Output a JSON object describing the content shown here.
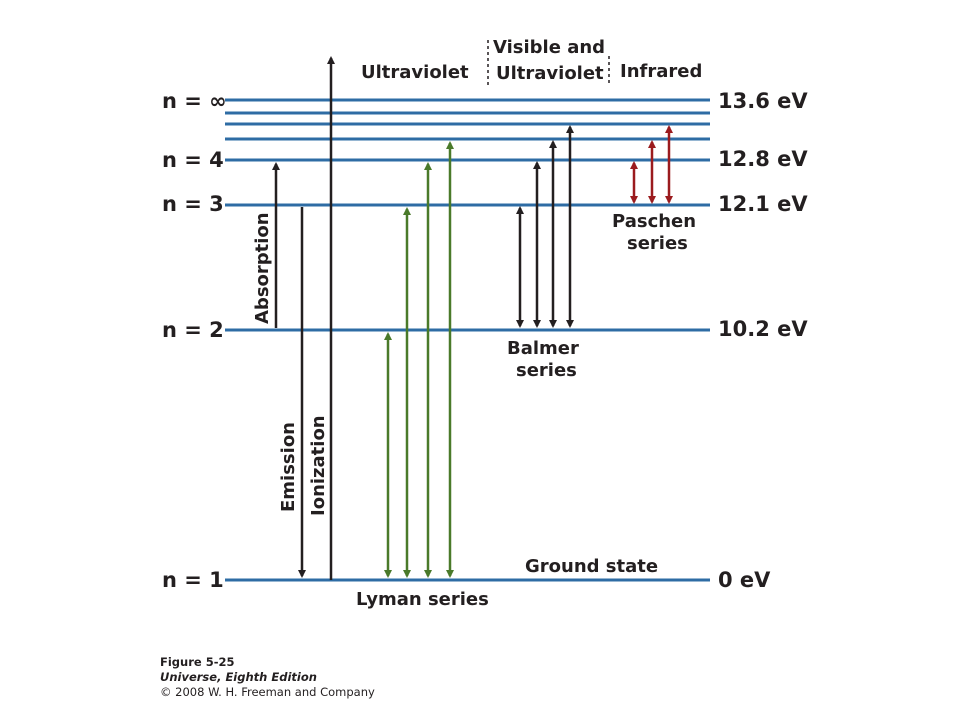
{
  "levels": [
    {
      "n": "n = ∞",
      "energy": "13.6 eV"
    },
    {
      "n": "n = 4",
      "energy": "12.8 eV"
    },
    {
      "n": "n = 3",
      "energy": "12.1 eV"
    },
    {
      "n": "n = 2",
      "energy": "10.2 eV"
    },
    {
      "n": "n = 1",
      "energy": "0 eV"
    }
  ],
  "regions": {
    "ultraviolet": "Ultraviolet",
    "visible_line1": "Visible and",
    "visible_line2": "Ultraviolet",
    "infrared": "Infrared"
  },
  "series": {
    "lyman": "Lyman series",
    "balmer_line1": "Balmer",
    "balmer_line2": "series",
    "paschen_line1": "Paschen",
    "paschen_line2": "series"
  },
  "processes": {
    "absorption": "Absorption",
    "emission": "Emission",
    "ionization": "Ionization"
  },
  "ground_state": "Ground state",
  "caption": {
    "figure": "Figure 5-25",
    "book": "Universe, Eighth Edition",
    "copyright": "© 2008 W. H. Freeman and Company"
  },
  "colors": {
    "level_line": "#2e6ca4",
    "lyman": "#4a7a2a",
    "balmer": "#231f20",
    "paschen": "#9b1b1e",
    "text": "#231f20"
  }
}
